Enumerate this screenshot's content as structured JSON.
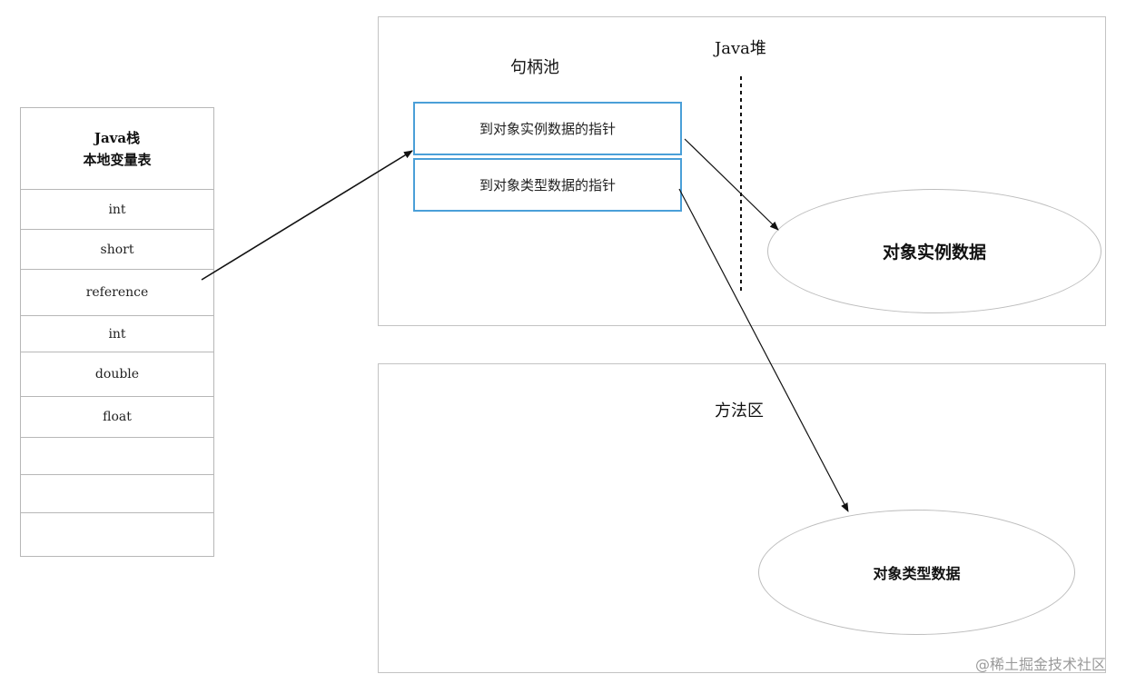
{
  "stack": {
    "title": "Java栈",
    "subtitle": "本地变量表",
    "rows": [
      "int",
      "short",
      "reference",
      "int",
      "double",
      "float",
      "",
      "",
      ""
    ]
  },
  "heap": {
    "label": "Java堆",
    "handle_pool_label": "句柄池",
    "handle_cells": [
      "到对象实例数据的指针",
      "到对象类型数据的指针"
    ],
    "instance_data": "对象实例数据"
  },
  "method_area": {
    "label": "方法区",
    "type_data": "对象类型数据"
  },
  "watermark": "@稀土掘金技术社区",
  "colors": {
    "handle_border": "#4a9fd8",
    "box_border": "#c3c3c3",
    "arrow": "#111111"
  }
}
